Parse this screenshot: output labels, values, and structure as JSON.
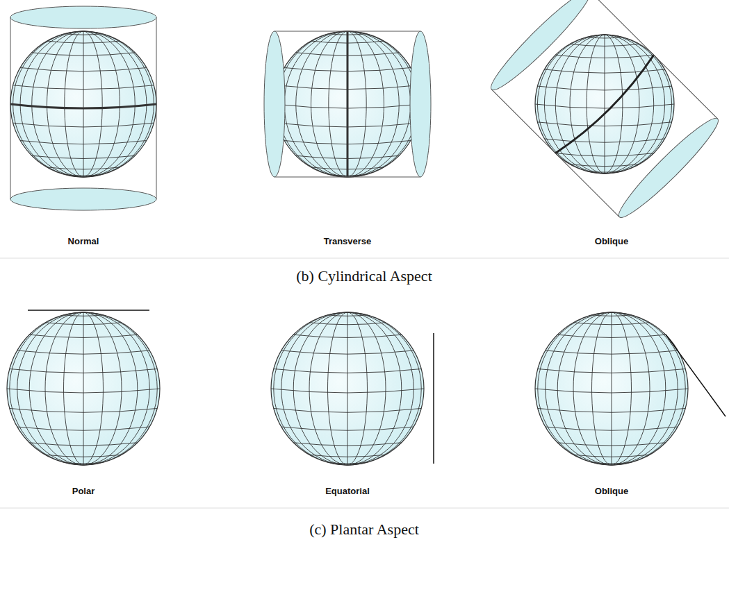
{
  "diagram": {
    "labels": [
      "Normal",
      "Transverse",
      "Oblique",
      "(b) Cylindrical Aspect",
      "Polar",
      "Equatorial",
      "Oblique",
      "(c) Plantar Aspect"
    ]
  }
}
